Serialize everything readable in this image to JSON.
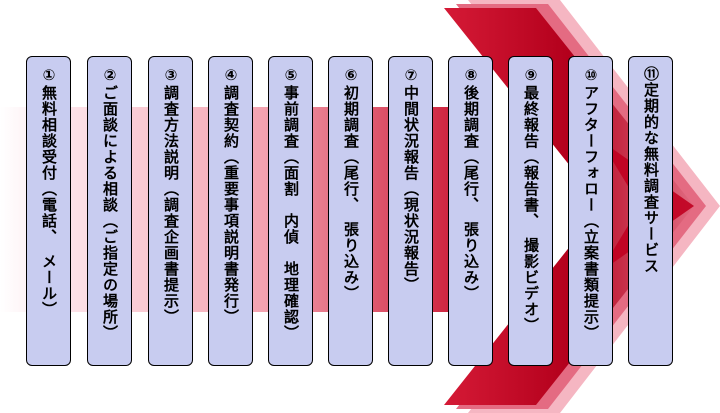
{
  "colors": {
    "box_fill": "#c8ccf0",
    "box_border": "#000000",
    "arrow_dark": "#b3001c",
    "arrow_light": "#f5a0ae",
    "band_light": "#fde6ec"
  },
  "steps": [
    {
      "label": "①無料相談受付（電話、　メール）"
    },
    {
      "label": "②ご面談による相談（ご指定の場所）"
    },
    {
      "label": "③調査方法説明（調査企画書提示）"
    },
    {
      "label": "④調査契約（重要事項説明書発行）"
    },
    {
      "label": "⑤事前調査（面割　内偵　地理確認）"
    },
    {
      "label": "⑥初期調査（尾行、　張り込み）"
    },
    {
      "label": "⑦中間状況報告（現状況報告）"
    },
    {
      "label": "⑧後期調査（尾行、　張り込み）"
    },
    {
      "label": "⑨最終報告（報告書、　撮影ビデオ）"
    },
    {
      "label": "⑩アフターフォロー（立案書類提示）"
    },
    {
      "label": "⑪定期的な無料調査サービス"
    }
  ]
}
